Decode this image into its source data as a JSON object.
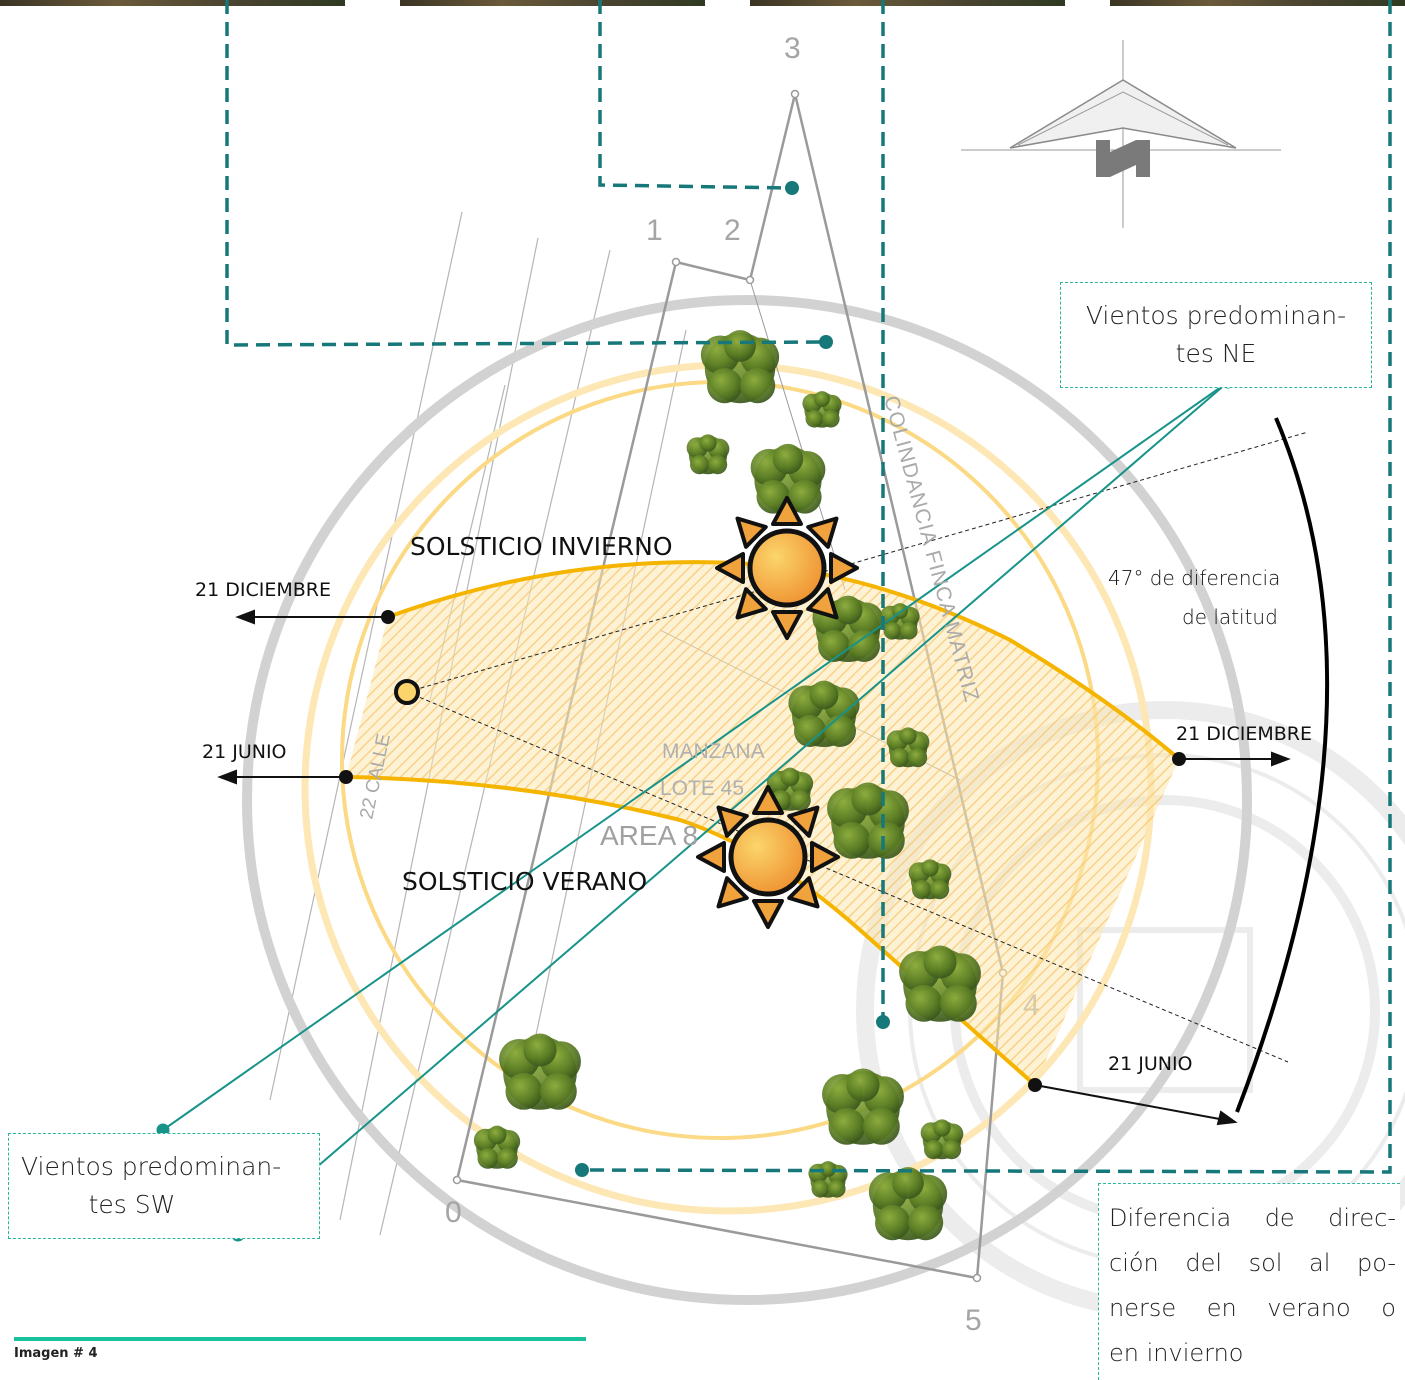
{
  "points": {
    "p0": "0",
    "p1": "1",
    "p2": "2",
    "p3": "3",
    "p4": "4",
    "p5": "5"
  },
  "lot": {
    "street": "22 CALLE",
    "block": "MANZANA",
    "lot": "LOTE 45",
    "area": "AREA 8",
    "boundary": "COLINDANCIA FINCA MATRIZ"
  },
  "sun": {
    "winter_label": "SOLSTICIO INVIERNO",
    "summer_label": "SOLSTICIO VERANO",
    "dec_left": "21 DICIEMBRE",
    "jun_left": "21 JUNIO",
    "dec_right": "21 DICIEMBRE",
    "jun_right": "21 JUNIO",
    "difference_line1": "47° de diferencia",
    "difference_line2": "de latitud"
  },
  "winds": {
    "ne_line1": "Vientos predominan-",
    "ne_line2": "tes NE",
    "sw_line1": "Vientos predominan-",
    "sw_line2": "tes SW"
  },
  "note": {
    "line1": "Diferencia de direc-",
    "line2": "ción del sol al po-",
    "line3": "nerse en verano o",
    "line4": "en invierno"
  },
  "caption": {
    "title": "Imagen # 4"
  },
  "colors": {
    "teal": "#17938a",
    "sun_band": "#f4b400",
    "sun_fill": "#f2a43a",
    "gray_line": "#aaaaaa",
    "tree_green": "#4d6b1f"
  },
  "icons": [
    "north-arrow-icon",
    "sun-icon",
    "tree-icon",
    "seal-watermark"
  ]
}
